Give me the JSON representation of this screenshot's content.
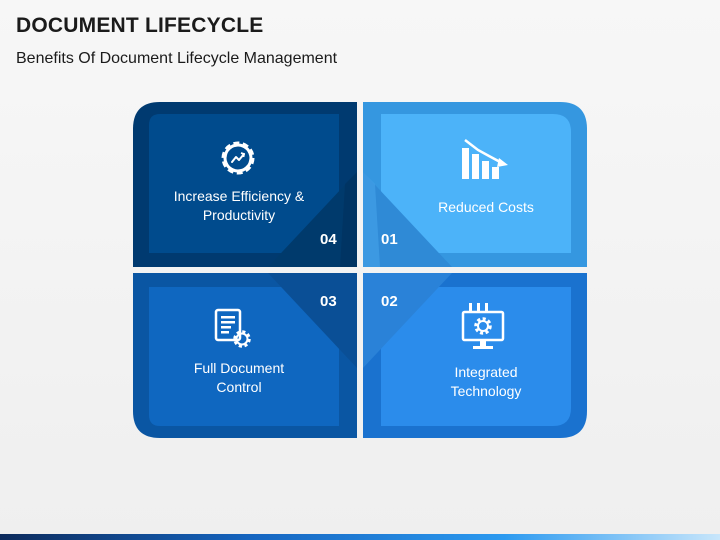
{
  "header": {
    "title": "DOCUMENT LIFECYCLE",
    "subtitle": "Benefits Of Document Lifecycle Management"
  },
  "quadrants": [
    {
      "number": "04",
      "label_lines": [
        "Increase Efficiency &",
        "Productivity"
      ],
      "icon": "gear-growth-icon",
      "color": "#003f7a"
    },
    {
      "number": "01",
      "label_lines": [
        "Reduced Costs"
      ],
      "icon": "declining-bar-chart-icon",
      "color": "#3aa3ee"
    },
    {
      "number": "03",
      "label_lines": [
        "Full Document",
        "Control"
      ],
      "icon": "document-gear-icon",
      "color": "#0d5eae"
    },
    {
      "number": "02",
      "label_lines": [
        "Integrated",
        "Technology"
      ],
      "icon": "monitor-gear-icon",
      "color": "#1f7fdf"
    }
  ],
  "colors": {
    "q04_outer": "#00396f",
    "q04_inner": "#004a8c",
    "q01_outer": "#3597e0",
    "q01_inner": "#4bb2f8",
    "q03_outer": "#0a56a3",
    "q03_inner": "#0f66bf",
    "q02_outer": "#1a72cf",
    "q02_inner": "#2a8bea"
  }
}
